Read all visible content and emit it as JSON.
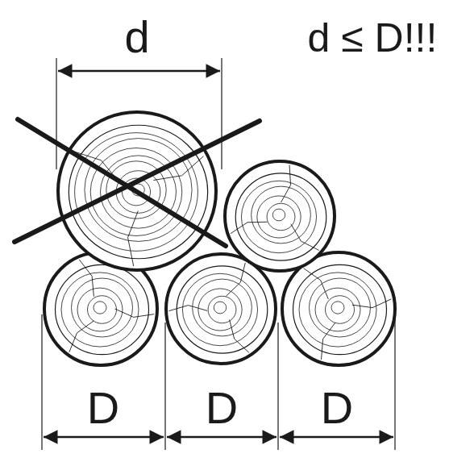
{
  "diagram": {
    "labels": [
      "d",
      "d ≤ D!!!",
      "D",
      "D",
      "D"
    ]
  }
}
